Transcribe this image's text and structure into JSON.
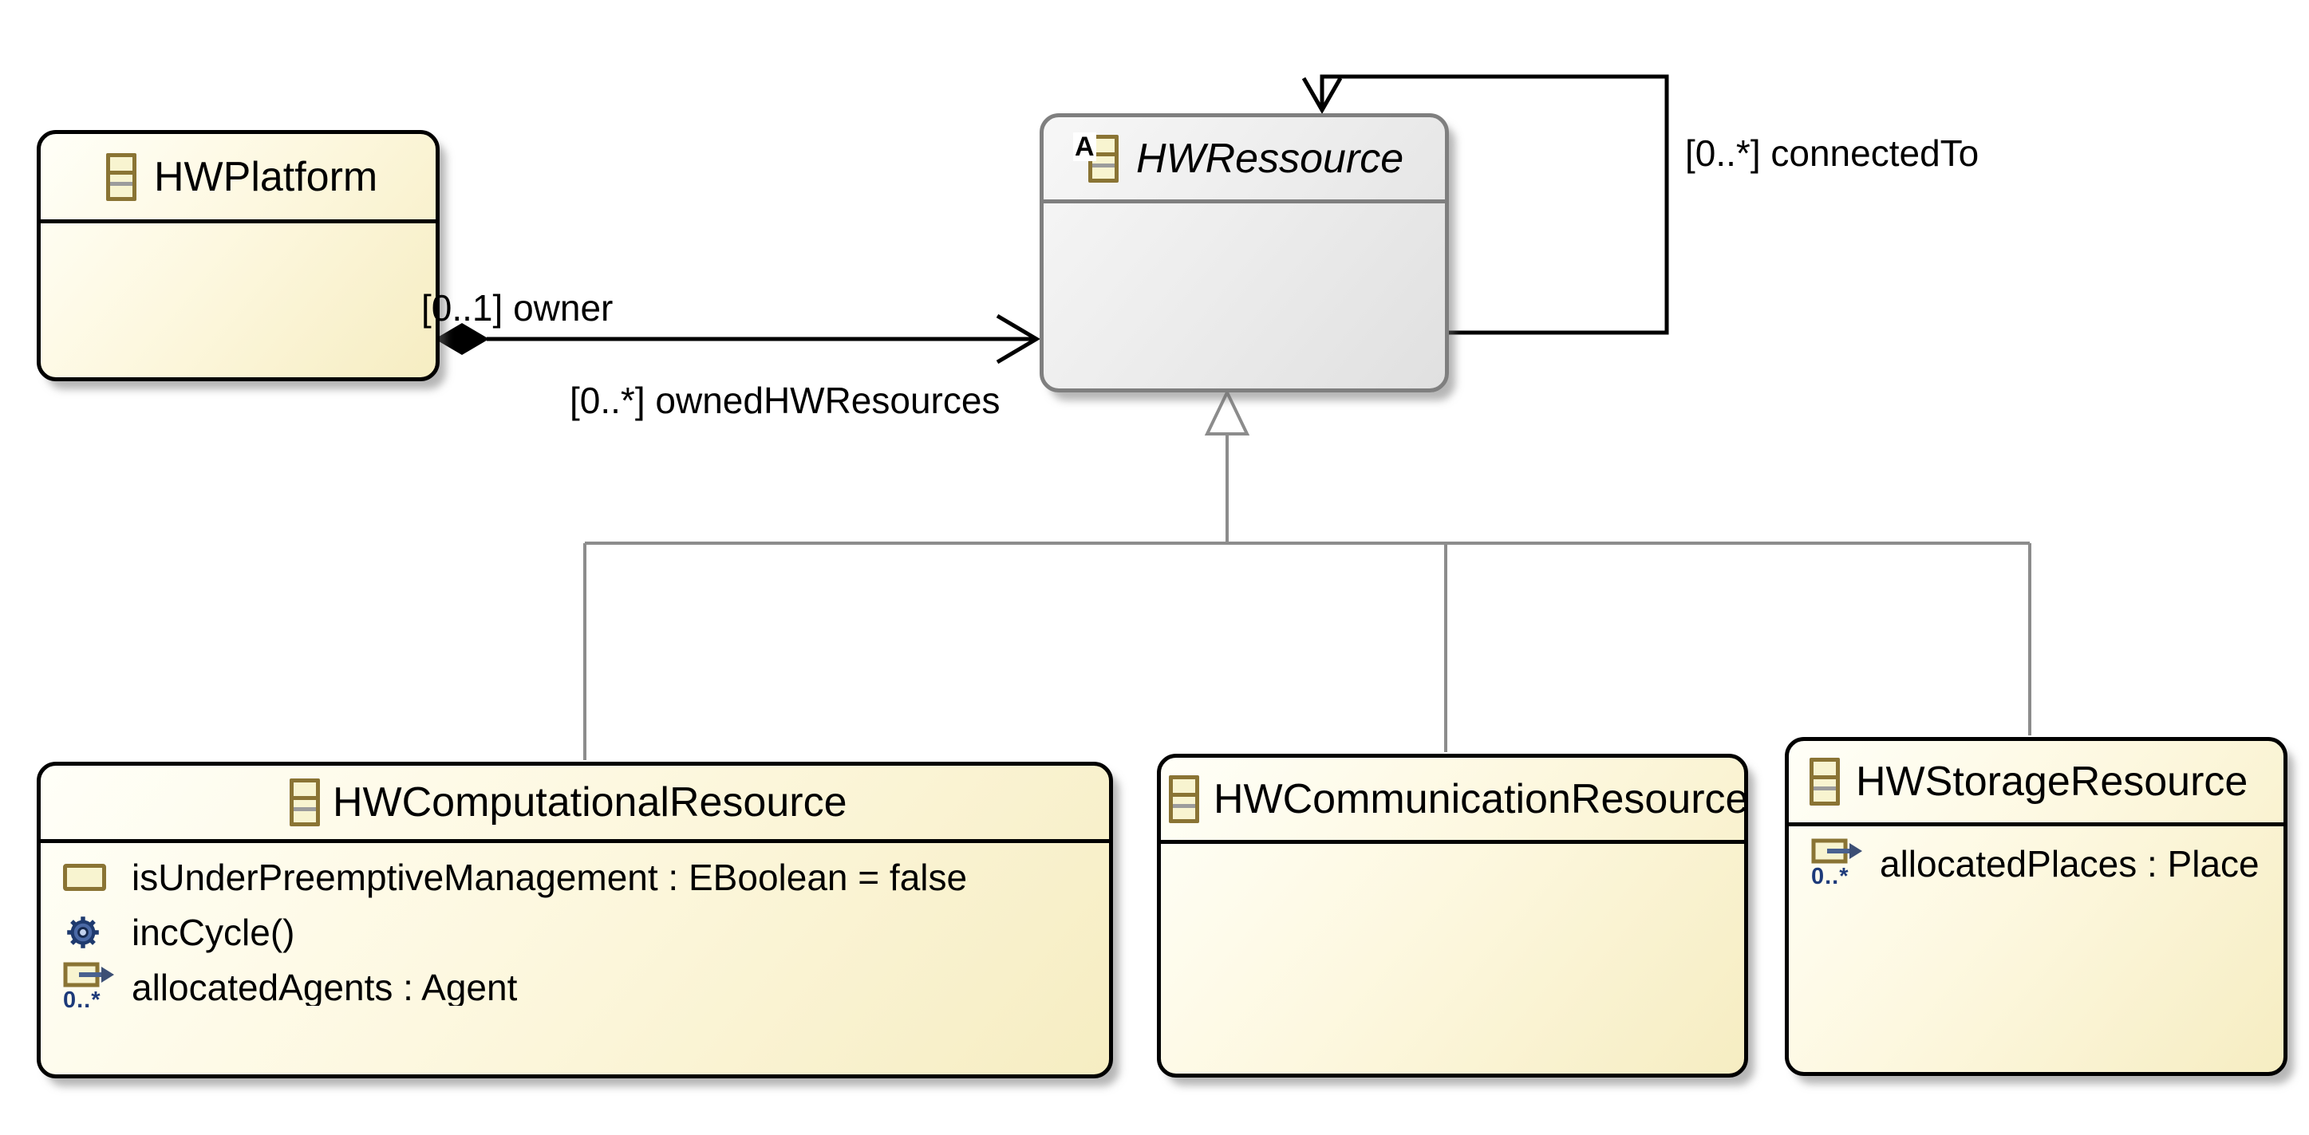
{
  "diagram": {
    "classes": [
      {
        "name": "HWPlatform",
        "abstract": false,
        "members": []
      },
      {
        "name": "HWRessource",
        "abstract": true,
        "abstract_badge": "A",
        "members": []
      },
      {
        "name": "HWComputationalResource",
        "abstract": false,
        "members": [
          {
            "kind": "attribute",
            "text": "isUnderPreemptiveManagement : EBoolean = false"
          },
          {
            "kind": "operation",
            "text": "incCycle()"
          },
          {
            "kind": "reference",
            "text": "allocatedAgents : Agent",
            "multiplicity": "0..*"
          }
        ]
      },
      {
        "name": "HWCommunicationResource",
        "abstract": false,
        "members": []
      },
      {
        "name": "HWStorageResource",
        "abstract": false,
        "members": [
          {
            "kind": "reference",
            "text": "allocatedPlaces : Place",
            "multiplicity": "0..*"
          }
        ]
      }
    ],
    "relations": {
      "composition": {
        "from": "HWPlatform",
        "to": "HWRessource",
        "label_top": "[0..1] owner",
        "label_bottom": "[0..*] ownedHWResources"
      },
      "self_association": {
        "from": "HWRessource",
        "to": "HWRessource",
        "label": "[0..*] connectedTo"
      },
      "generalizations": [
        {
          "from": "HWComputationalResource",
          "to": "HWRessource"
        },
        {
          "from": "HWCommunicationResource",
          "to": "HWRessource"
        },
        {
          "from": "HWStorageResource",
          "to": "HWRessource"
        }
      ]
    },
    "icons": {
      "eclass": "class-symbol",
      "eattribute": "attribute-rectangle",
      "eoperation": "gear",
      "ereference": "rectangle-with-arrow"
    },
    "colors": {
      "class_fill_light": "#fffff8",
      "class_fill_dark": "#f6edc2",
      "class_border": "#000000",
      "abstract_fill_light": "#f7f7f7",
      "abstract_fill_dark": "#e0e0e0",
      "abstract_border": "#7f7f7f",
      "generalization_line": "#8c8c8c",
      "association_line": "#000000",
      "icon_tan": "#8a7434",
      "icon_cream": "#f8f4d0",
      "multiplicity_blue": "#1d3a7a",
      "canvas": "#ffffff"
    }
  }
}
